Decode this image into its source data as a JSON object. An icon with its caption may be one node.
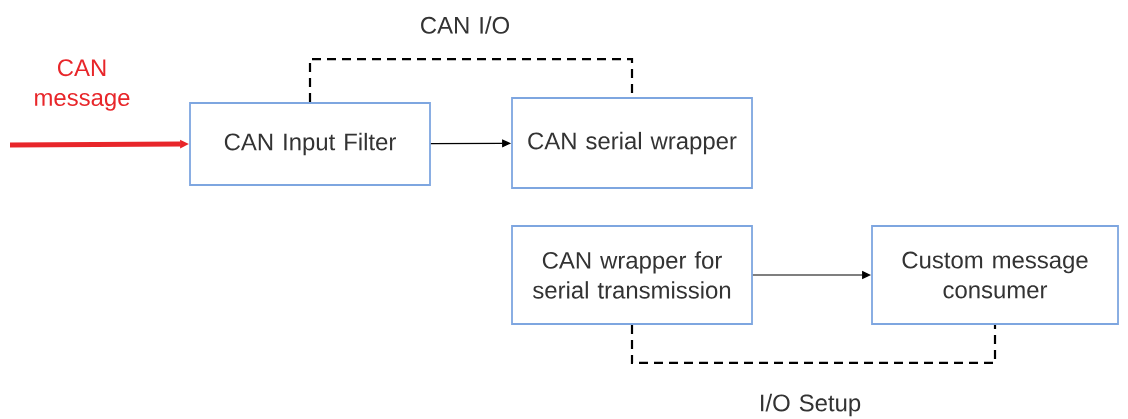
{
  "diagram": {
    "nodes": [
      {
        "text": [
          "CAN Input Filter"
        ]
      },
      {
        "text": [
          "CAN serial wrapper"
        ]
      },
      {
        "text": [
          "CAN wrapper for serial transmission"
        ]
      },
      {
        "text": [
          "Custom message consumer"
        ]
      }
    ],
    "edges": [
      {
        "from": null,
        "to": 0,
        "arrow": "to",
        "label": "CAN message",
        "style": "thick",
        "color": "#e8262a"
      },
      {
        "from": 0,
        "to": 1,
        "arrow": "to"
      },
      {
        "from": 0,
        "to": 1,
        "arrow": "none",
        "label": "CAN I/O",
        "style": "dashed"
      },
      {
        "from": 2,
        "to": 3,
        "arrow": "to"
      },
      {
        "from": 2,
        "to": 3,
        "arrow": "none",
        "label": "I/O Setup",
        "style": "dashed"
      }
    ]
  }
}
